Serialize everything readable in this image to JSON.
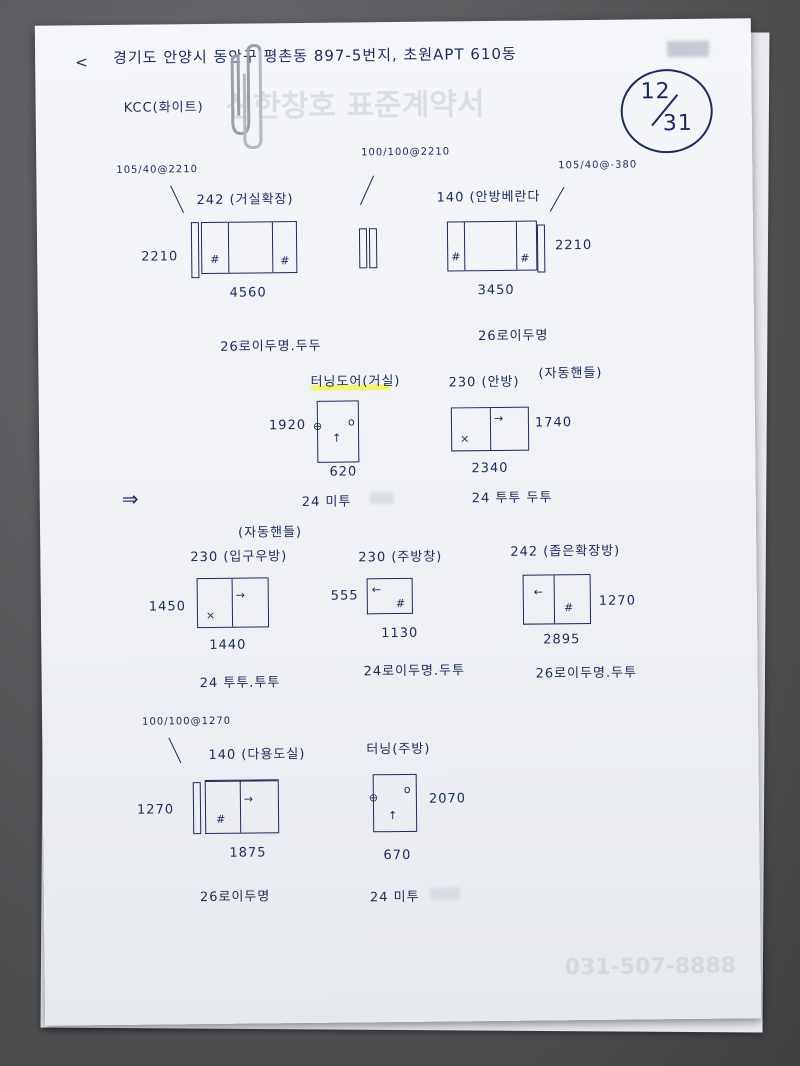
{
  "header": {
    "address": "경기도 안양시 동안구 평촌동 897-5번지, 초원APT 610동",
    "back_mark": "<",
    "brand": "KCC(화이트)",
    "date_top": "12",
    "date_bottom": "31",
    "ghost_title": "신한창호 표준계약서"
  },
  "windows": [
    {
      "note": "105/40@2210",
      "title": "242 (거실확장)",
      "height": "2210",
      "width": "4560",
      "spec": "26로이두명.두두"
    },
    {
      "note": "100/100@2210",
      "title": "",
      "height": "",
      "width": "",
      "spec": ""
    },
    {
      "note": "105/40@-380",
      "title": "140 (안방베란다",
      "height": "2210",
      "width": "3450",
      "spec": "26로이두명"
    },
    {
      "note": "",
      "title": "터닝도어(거실)",
      "height": "1920",
      "width": "620",
      "spec": "24 미투"
    },
    {
      "note": "(자동핸들)",
      "title": "230 (안방)",
      "height": "1740",
      "width": "2340",
      "spec": "24 투투 두투"
    },
    {
      "note": "(자동핸들)",
      "title": "230 (입구우방)",
      "height": "1450",
      "width": "1440",
      "spec": "24 투투.투투"
    },
    {
      "note": "",
      "title": "230 (주방창)",
      "height": "555",
      "width": "1130",
      "spec": "24로이두명.두투"
    },
    {
      "note": "",
      "title": "242 (좁은확장방)",
      "height": "1270",
      "width": "2895",
      "spec": "26로이두명.두투"
    },
    {
      "note": "100/100@1270",
      "title": "140 (다용도실)",
      "height": "1270",
      "width": "1875",
      "spec": "26로이두명"
    },
    {
      "note": "",
      "title": "터닝(주방)",
      "height": "2070",
      "width": "670",
      "spec": "24 미투"
    }
  ],
  "arrow_symbol": "⇒",
  "ghost_phone": "031-507-8888"
}
